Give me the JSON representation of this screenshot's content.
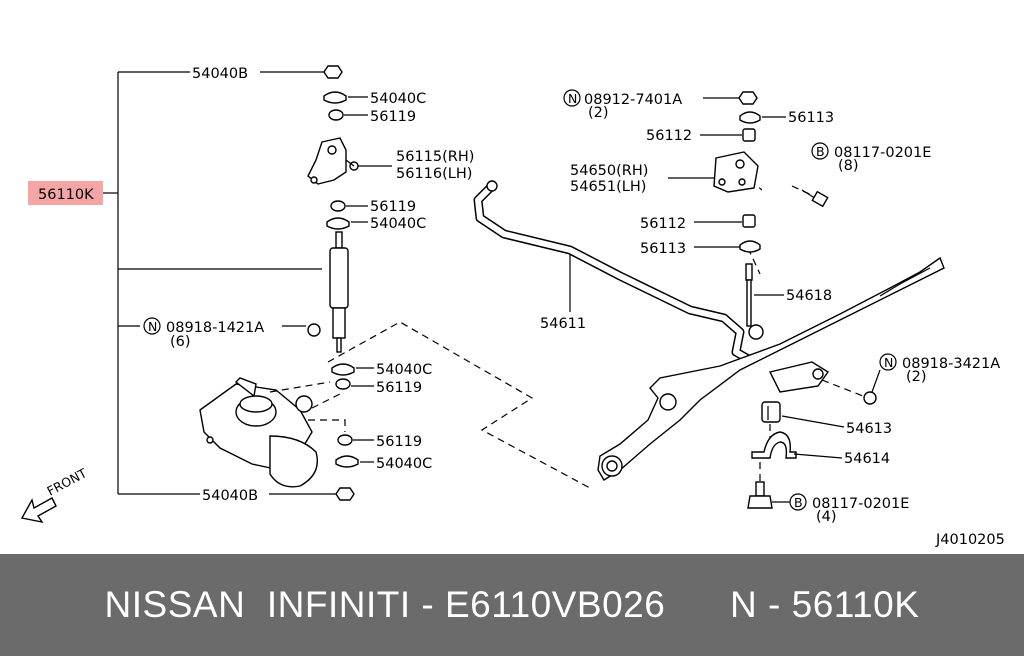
{
  "diagram": {
    "highlight_color": "#f4a6a6",
    "main_label": "56110K",
    "drawing_code": "J4010205",
    "front_label": "FRONT",
    "callouts": {
      "c54040B_top": "54040B",
      "c54040C_1": "54040C",
      "c56119_1": "56119",
      "c56115": "56115(RH)",
      "c56116": "56116(LH)",
      "c56119_2": "56119",
      "c54040C_2": "54040C",
      "c08918_1421A": "08918-1421A",
      "c08918_1421A_qty": "(6)",
      "c54040C_3": "54040C",
      "c56119_3": "56119",
      "c56119_4": "56119",
      "c54040C_4": "54040C",
      "c54040B_bottom": "54040B",
      "c08912_7401A": "08912-7401A",
      "c08912_7401A_qty": "(2)",
      "c56113_1": "56113",
      "c56112_1": "56112",
      "c08117_0201E_1": "08117-0201E",
      "c08117_0201E_1_qty": "(8)",
      "c54650": "54650(RH)",
      "c54651": "54651(LH)",
      "c56112_2": "56112",
      "c56113_2": "56113",
      "c54618": "54618",
      "c54611": "54611",
      "c08918_3421A": "08918-3421A",
      "c08918_3421A_qty": "(2)",
      "c54613": "54613",
      "c54614": "54614",
      "c08117_0201E_2": "08117-0201E",
      "c08117_0201E_2_qty": "(4)",
      "n_symbol": "N",
      "b_symbol": "B"
    }
  },
  "footer": {
    "text": "NISSAN  INFINITI - E6110VB026      N - 56110K",
    "background": "#6b6b6b"
  }
}
